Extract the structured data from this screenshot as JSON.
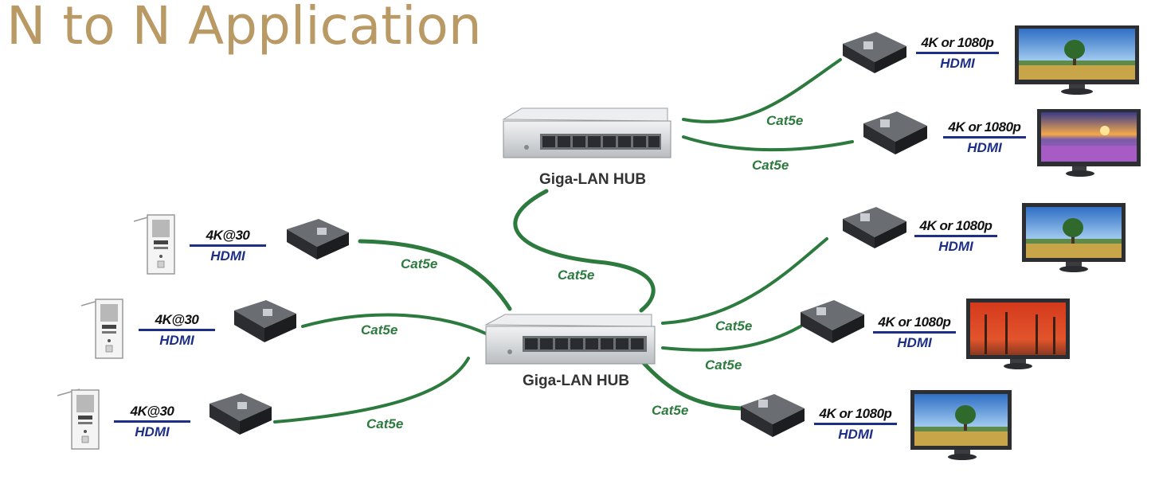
{
  "title": "N to N Application",
  "colors": {
    "title": "#b99964",
    "cable": "#2c7a3e",
    "hdmi_text": "#1d2f86",
    "hdmi_bar": "#1d2f86",
    "hub_body": "#d9dcde",
    "box_body": "#3a3d42"
  },
  "hubs": [
    {
      "id": "top",
      "label": "Giga-LAN HUB"
    },
    {
      "id": "center",
      "label": "Giga-LAN HUB"
    }
  ],
  "sources": [
    {
      "resolution": "4K@30",
      "interface": "HDMI",
      "cable": "Cat5e",
      "icon": "intercom-panel-icon"
    },
    {
      "resolution": "4K@30",
      "interface": "HDMI",
      "cable": "Cat5e",
      "icon": "intercom-panel-icon"
    },
    {
      "resolution": "4K@30",
      "interface": "HDMI",
      "cable": "Cat5e",
      "icon": "intercom-panel-icon"
    }
  ],
  "hub_link": {
    "cable": "Cat5e"
  },
  "outputs_top": [
    {
      "resolution": "4K or 1080p",
      "interface": "HDMI",
      "cable": "Cat5e",
      "scene": "landscape-tree"
    },
    {
      "resolution": "4K or 1080p",
      "interface": "HDMI",
      "cable": "Cat5e",
      "scene": "flower-sunset"
    }
  ],
  "outputs_center": [
    {
      "resolution": "4K or 1080p",
      "interface": "HDMI",
      "cable": "Cat5e",
      "scene": "landscape-tree"
    },
    {
      "resolution": "4K or 1080p",
      "interface": "HDMI",
      "cable": "Cat5e",
      "scene": "red-autumn-trees"
    },
    {
      "resolution": "4K or 1080p",
      "interface": "HDMI",
      "cable": "Cat5e",
      "scene": "landscape-tree"
    }
  ]
}
